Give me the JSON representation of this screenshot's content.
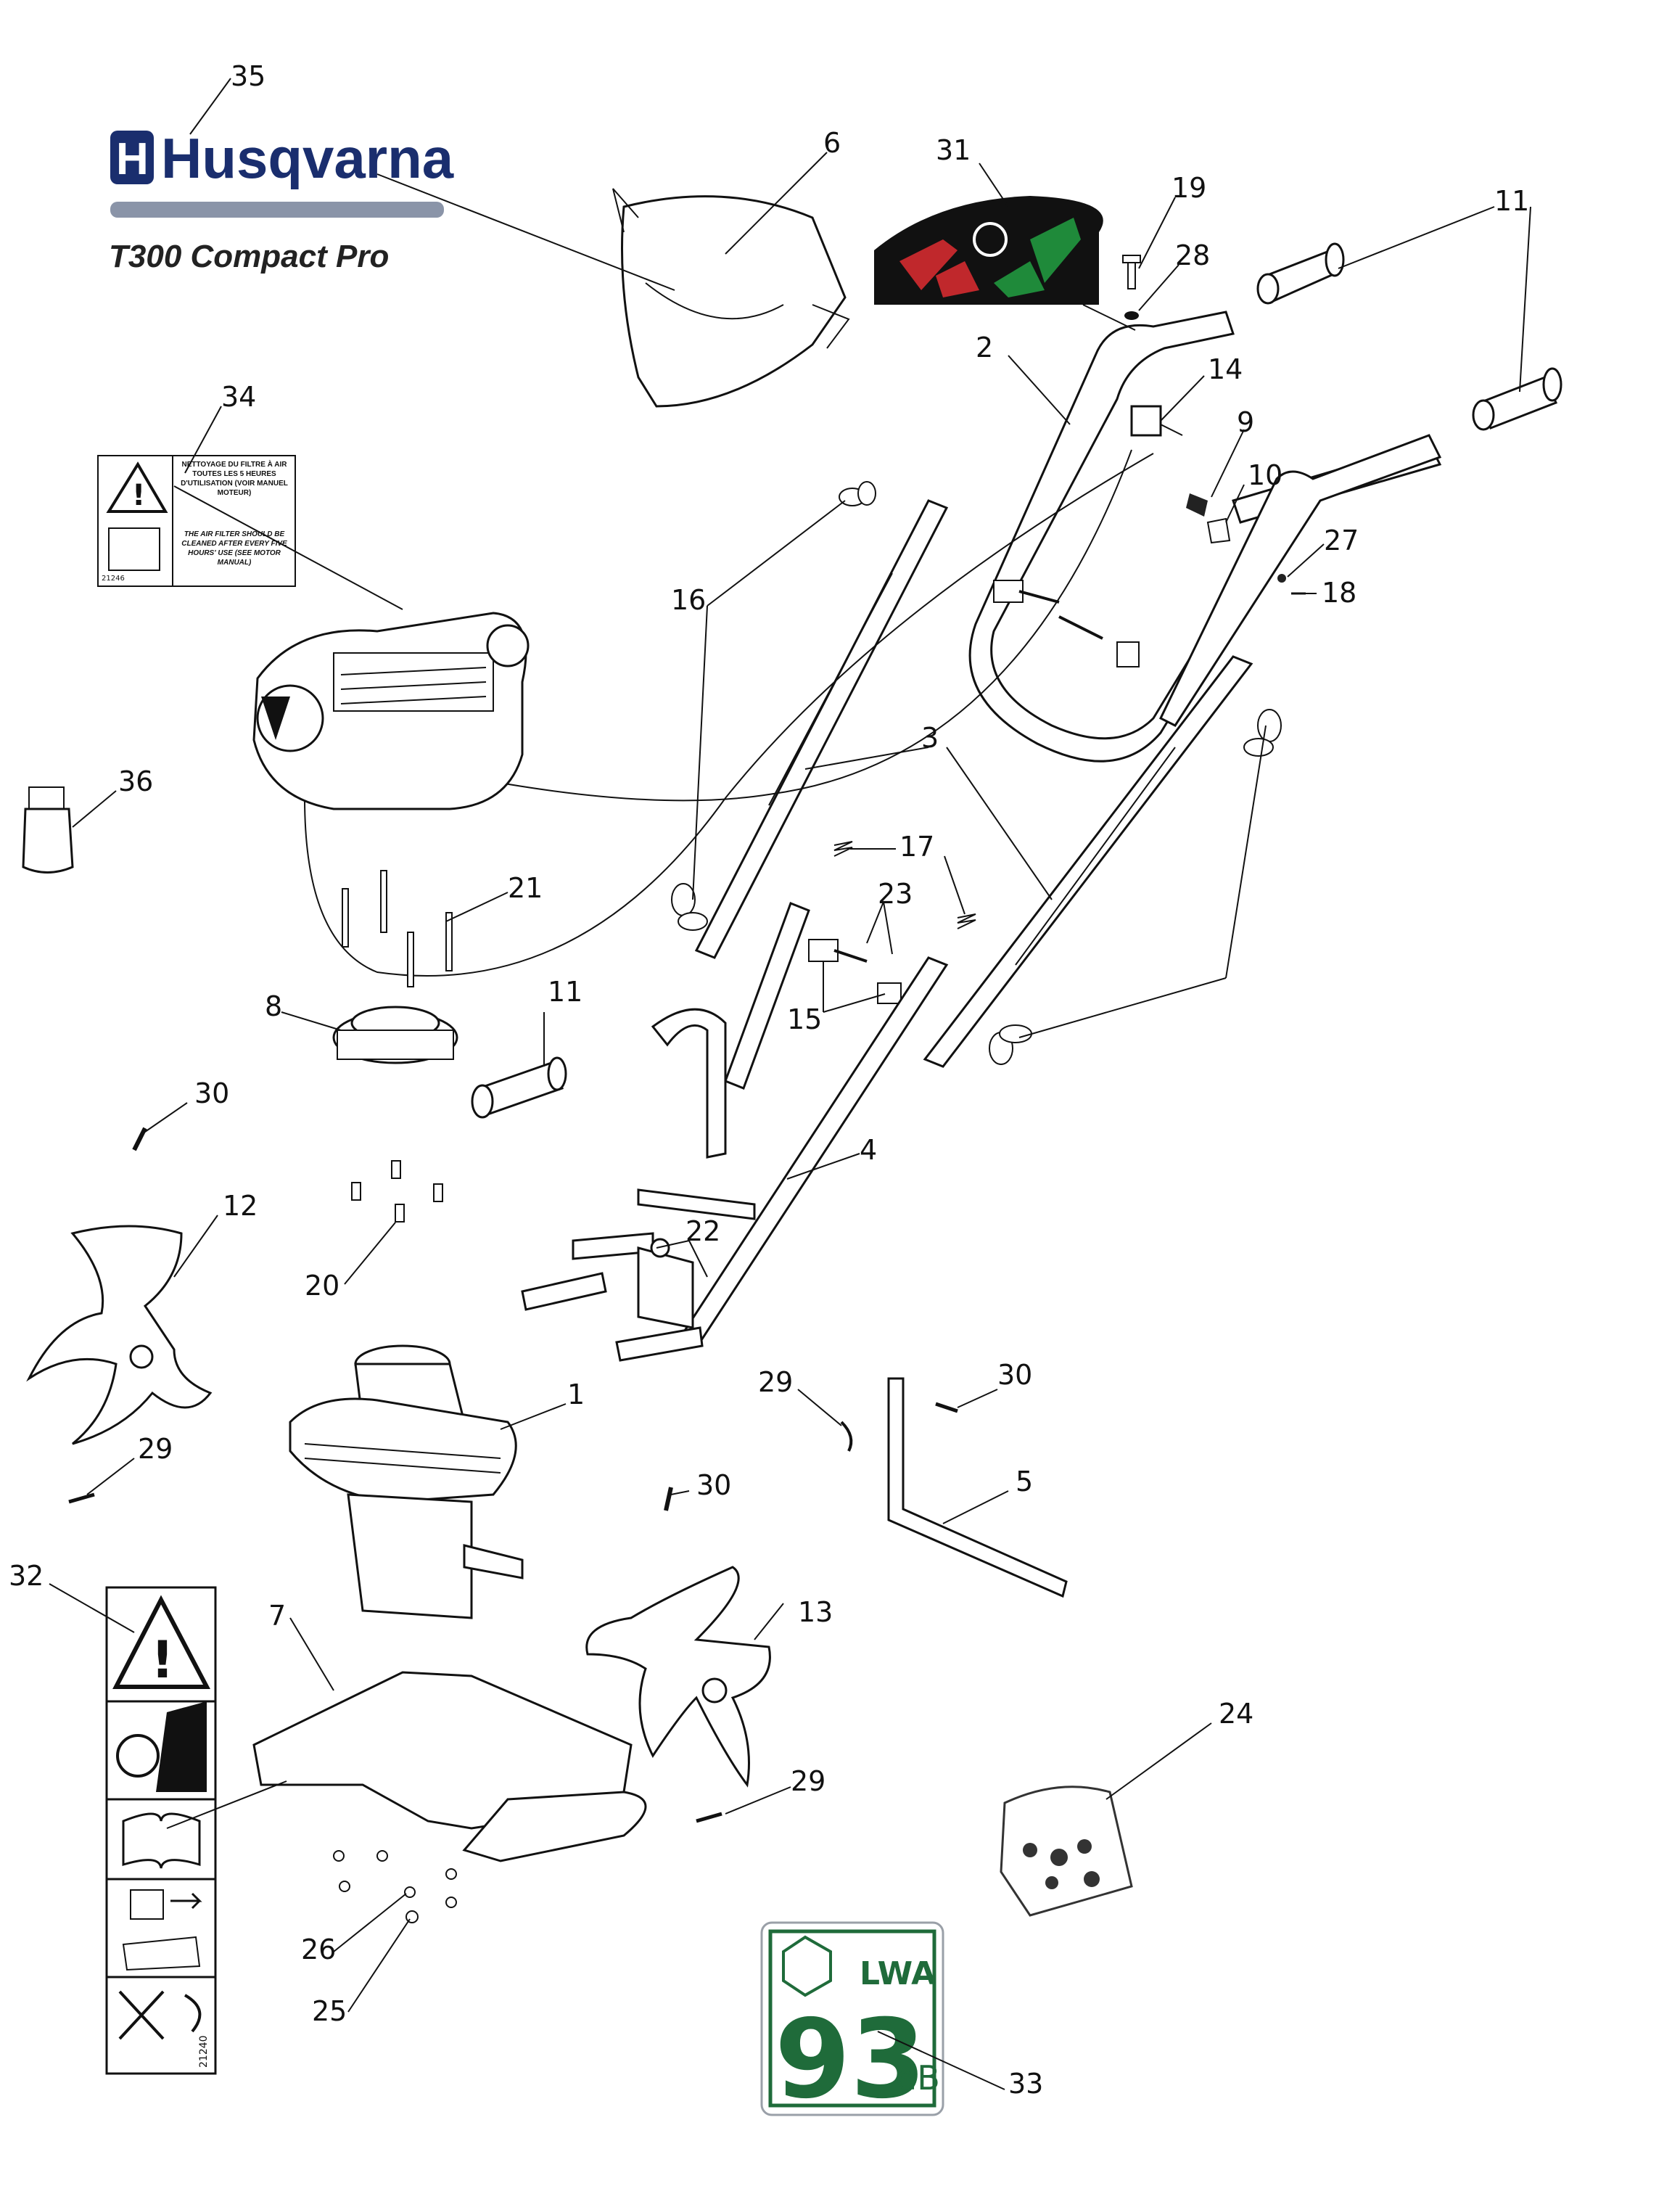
{
  "brand": {
    "name": "Husqvarna",
    "model": "T300 Compact Pro",
    "logo_color": "#1a2e6e"
  },
  "callouts": [
    "35",
    "6",
    "31",
    "19",
    "28",
    "11",
    "2",
    "14",
    "9",
    "10",
    "27",
    "18",
    "34",
    "16",
    "3",
    "17",
    "23",
    "15",
    "36",
    "21",
    "8",
    "11",
    "30",
    "4",
    "12",
    "20",
    "22",
    "1",
    "29",
    "30",
    "5",
    "30",
    "29",
    "13",
    "7",
    "32",
    "24",
    "29",
    "26",
    "25",
    "33"
  ],
  "decal_34": {
    "fr_text": "NETTOYAGE DU FILTRE À AIR TOUTES LES 5 HEURES D'UTILISATION (VOIR MANUEL MOTEUR)",
    "en_text": "THE AIR FILTER SHOULD BE CLEANED AFTER EVERY FIVE HOURS' USE (SEE MOTOR MANUAL)",
    "code": "21246"
  },
  "decal_32": {
    "code": "21240"
  },
  "decal_33": {
    "value": "93",
    "unit": "dB",
    "label": "LWA"
  },
  "colors": {
    "decal_red": "#c0282c",
    "decal_green": "#1f8a3a",
    "decal_bg": "#111111",
    "frame_gray": "#9aa0a8"
  }
}
